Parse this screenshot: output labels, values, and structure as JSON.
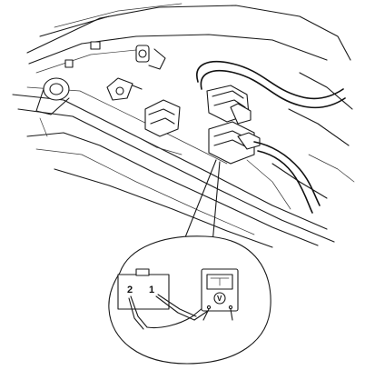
{
  "connector": {
    "pins": [
      {
        "label": "2"
      },
      {
        "label": "1"
      }
    ]
  },
  "meter": {
    "mode_label": "V"
  }
}
